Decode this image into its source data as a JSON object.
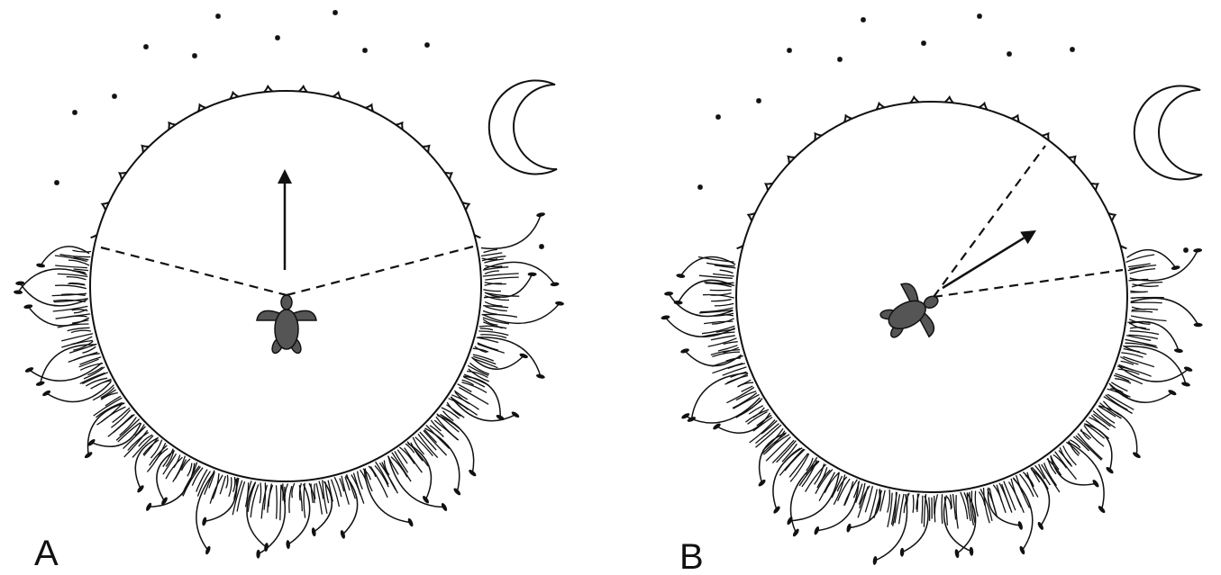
{
  "figure": {
    "panels": [
      {
        "id": "A",
        "label": "A"
      },
      {
        "id": "B",
        "label": "B"
      }
    ]
  },
  "colors": {
    "ink": "#111111",
    "turtle_fill": "#555555",
    "background": "#ffffff"
  },
  "icons": [
    "star-icon",
    "moon-icon",
    "turtle-icon",
    "arrow-icon",
    "vegetation-icon"
  ]
}
